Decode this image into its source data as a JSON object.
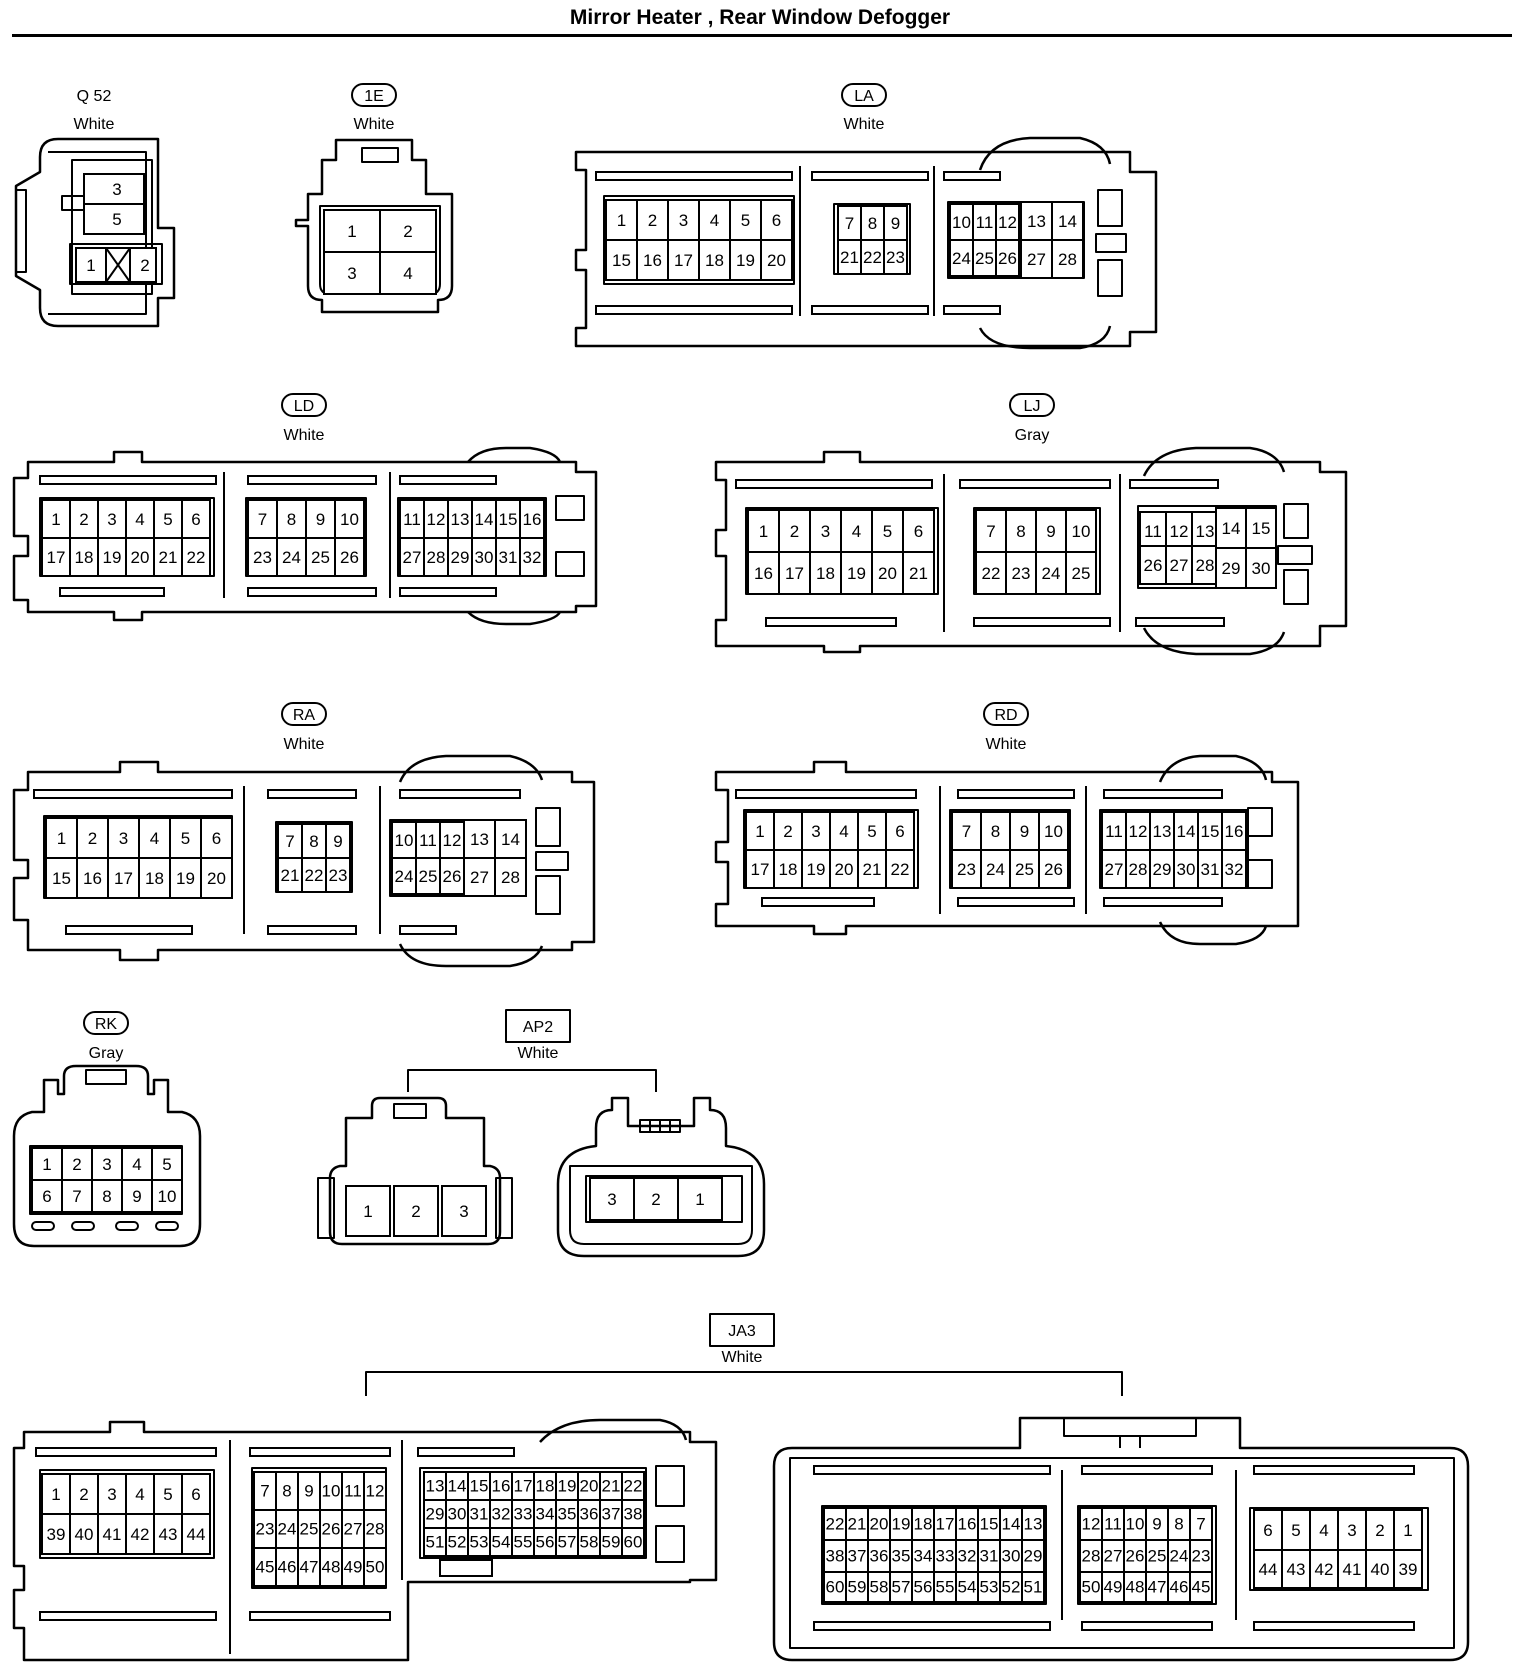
{
  "title": "Mirror Heater , Rear Window Defogger",
  "connectors": [
    {
      "id": "Q 52",
      "color": "White",
      "id_style": "plain",
      "cavities": [
        [
          "3"
        ],
        [
          "5"
        ],
        [
          "1",
          "2"
        ]
      ]
    },
    {
      "id": "1E",
      "color": "White",
      "id_style": "rounded",
      "cavities": [
        [
          "1",
          "2"
        ],
        [
          "3",
          "4"
        ]
      ]
    },
    {
      "id": "LA",
      "color": "White",
      "id_style": "rounded",
      "cavities": [
        [
          "1",
          "2",
          "3",
          "4",
          "5",
          "6"
        ],
        [
          "15",
          "16",
          "17",
          "18",
          "19",
          "20"
        ],
        [
          "7",
          "8",
          "9"
        ],
        [
          "21",
          "22",
          "23"
        ],
        [
          "10",
          "11",
          "12",
          "13",
          "14"
        ],
        [
          "24",
          "25",
          "26",
          "27",
          "28"
        ]
      ]
    },
    {
      "id": "LD",
      "color": "White",
      "id_style": "rounded",
      "cavities": [
        [
          "1",
          "2",
          "3",
          "4",
          "5",
          "6"
        ],
        [
          "17",
          "18",
          "19",
          "20",
          "21",
          "22"
        ],
        [
          "7",
          "8",
          "9",
          "10"
        ],
        [
          "23",
          "24",
          "25",
          "26"
        ],
        [
          "11",
          "12",
          "13",
          "14",
          "15",
          "16"
        ],
        [
          "27",
          "28",
          "29",
          "30",
          "31",
          "32"
        ]
      ]
    },
    {
      "id": "LJ",
      "color": "Gray",
      "id_style": "rounded",
      "cavities": [
        [
          "1",
          "2",
          "3",
          "4",
          "5",
          "6"
        ],
        [
          "16",
          "17",
          "18",
          "19",
          "20",
          "21"
        ],
        [
          "7",
          "8",
          "9",
          "10"
        ],
        [
          "22",
          "23",
          "24",
          "25"
        ],
        [
          "11",
          "12",
          "13",
          "14",
          "15"
        ],
        [
          "26",
          "27",
          "28",
          "29",
          "30"
        ]
      ]
    },
    {
      "id": "RA",
      "color": "White",
      "id_style": "rounded",
      "cavities": [
        [
          "1",
          "2",
          "3",
          "4",
          "5",
          "6"
        ],
        [
          "15",
          "16",
          "17",
          "18",
          "19",
          "20"
        ],
        [
          "7",
          "8",
          "9"
        ],
        [
          "21",
          "22",
          "23"
        ],
        [
          "10",
          "11",
          "12",
          "13",
          "14"
        ],
        [
          "24",
          "25",
          "26",
          "27",
          "28"
        ]
      ]
    },
    {
      "id": "RD",
      "color": "White",
      "id_style": "rounded",
      "cavities": [
        [
          "1",
          "2",
          "3",
          "4",
          "5",
          "6"
        ],
        [
          "17",
          "18",
          "19",
          "20",
          "21",
          "22"
        ],
        [
          "7",
          "8",
          "9",
          "10"
        ],
        [
          "23",
          "24",
          "25",
          "26"
        ],
        [
          "11",
          "12",
          "13",
          "14",
          "15",
          "16"
        ],
        [
          "27",
          "28",
          "29",
          "30",
          "31",
          "32"
        ]
      ]
    },
    {
      "id": "RK",
      "color": "Gray",
      "id_style": "rounded",
      "cavities": [
        [
          "1",
          "2",
          "3",
          "4",
          "5"
        ],
        [
          "6",
          "7",
          "8",
          "9",
          "10"
        ]
      ]
    },
    {
      "id": "AP2",
      "color": "White",
      "id_style": "box",
      "cavities": [
        [
          "1",
          "2",
          "3"
        ],
        [
          "3",
          "2",
          "1"
        ]
      ]
    },
    {
      "id": "JA3",
      "color": "White",
      "id_style": "box",
      "cavities": [
        [
          "1",
          "2",
          "3",
          "4",
          "5",
          "6"
        ],
        [
          "39",
          "40",
          "41",
          "42",
          "43",
          "44"
        ],
        [
          "7",
          "8",
          "9",
          "10",
          "11",
          "12"
        ],
        [
          "23",
          "24",
          "25",
          "26",
          "27",
          "28"
        ],
        [
          "45",
          "46",
          "47",
          "48",
          "49",
          "50"
        ],
        [
          "13",
          "14",
          "15",
          "16",
          "17",
          "18",
          "19",
          "20",
          "21",
          "22"
        ],
        [
          "29",
          "30",
          "31",
          "32",
          "33",
          "34",
          "35",
          "36",
          "37",
          "38"
        ],
        [
          "51",
          "52",
          "53",
          "54",
          "55",
          "56",
          "57",
          "58",
          "59",
          "60"
        ],
        [
          "22",
          "21",
          "20",
          "19",
          "18",
          "17",
          "16",
          "15",
          "14",
          "13"
        ],
        [
          "38",
          "37",
          "36",
          "35",
          "34",
          "33",
          "32",
          "31",
          "30",
          "29"
        ],
        [
          "60",
          "59",
          "58",
          "57",
          "56",
          "55",
          "54",
          "53",
          "52",
          "51"
        ],
        [
          "12",
          "11",
          "10",
          "9",
          "8",
          "7"
        ],
        [
          "28",
          "27",
          "26",
          "25",
          "24",
          "23"
        ],
        [
          "50",
          "49",
          "48",
          "47",
          "46",
          "45"
        ],
        [
          "6",
          "5",
          "4",
          "3",
          "2",
          "1"
        ],
        [
          "44",
          "43",
          "42",
          "41",
          "40",
          "39"
        ]
      ]
    }
  ]
}
